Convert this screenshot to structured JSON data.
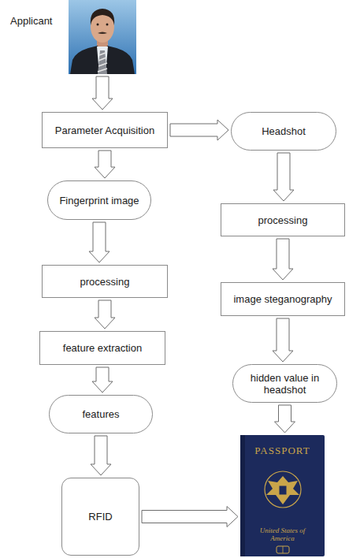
{
  "diagram": {
    "nodes": [
      {
        "text": [
          "Applicant"
        ]
      },
      {
        "text": [
          "Parameter Acquisition"
        ]
      },
      {
        "text": [
          "Headshot"
        ]
      },
      {
        "text": [
          "Fingerprint image"
        ]
      },
      {
        "text": [
          "processing"
        ]
      },
      {
        "text": [
          "processing"
        ]
      },
      {
        "text": [
          "image steganography"
        ]
      },
      {
        "text": [
          "feature extraction"
        ]
      },
      {
        "text": [
          "hidden value in headshot"
        ]
      },
      {
        "text": [
          "features"
        ]
      },
      {
        "text": [
          "RFID"
        ]
      },
      {
        "text": [
          "PASSPORT",
          "United States of America"
        ]
      }
    ],
    "edges": [
      {
        "from": 0,
        "to": 1,
        "arrow": "to"
      },
      {
        "from": 1,
        "to": 2,
        "arrow": "to"
      },
      {
        "from": 1,
        "to": 3,
        "arrow": "to"
      },
      {
        "from": 2,
        "to": 4,
        "arrow": "to"
      },
      {
        "from": 3,
        "to": 5,
        "arrow": "to"
      },
      {
        "from": 4,
        "to": 6,
        "arrow": "to"
      },
      {
        "from": 5,
        "to": 7,
        "arrow": "to"
      },
      {
        "from": 6,
        "to": 8,
        "arrow": "to"
      },
      {
        "from": 7,
        "to": 9,
        "arrow": "to"
      },
      {
        "from": 9,
        "to": 10,
        "arrow": "to"
      },
      {
        "from": 8,
        "to": 11,
        "arrow": "to"
      },
      {
        "from": 10,
        "to": 11,
        "arrow": "to"
      }
    ]
  }
}
